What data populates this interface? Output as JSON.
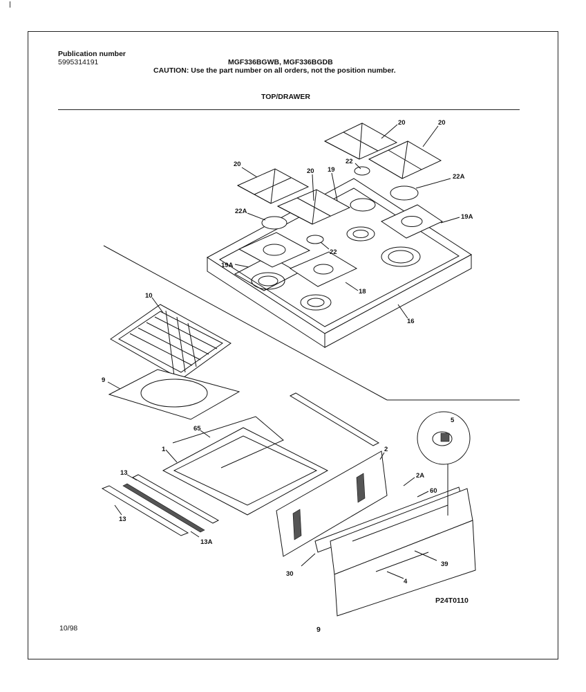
{
  "header": {
    "pub_label": "Publication number",
    "pub_number": "5995314191",
    "models": "MGF336BGWB, MGF336BGDB",
    "caution": "CAUTION:  Use the part number on all orders, not the position number.",
    "section_title": "TOP/DRAWER"
  },
  "callouts": [
    "20",
    "20",
    "20",
    "22",
    "20",
    "19",
    "22A",
    "22A",
    "19A",
    "22",
    "19A",
    "18",
    "16",
    "10",
    "9",
    "65",
    "1",
    "2",
    "5",
    "2A",
    "60",
    "13",
    "13",
    "13A",
    "30",
    "39",
    "4"
  ],
  "diagram_code": "P24T0110",
  "footer": {
    "date": "10/98",
    "page": "9"
  }
}
